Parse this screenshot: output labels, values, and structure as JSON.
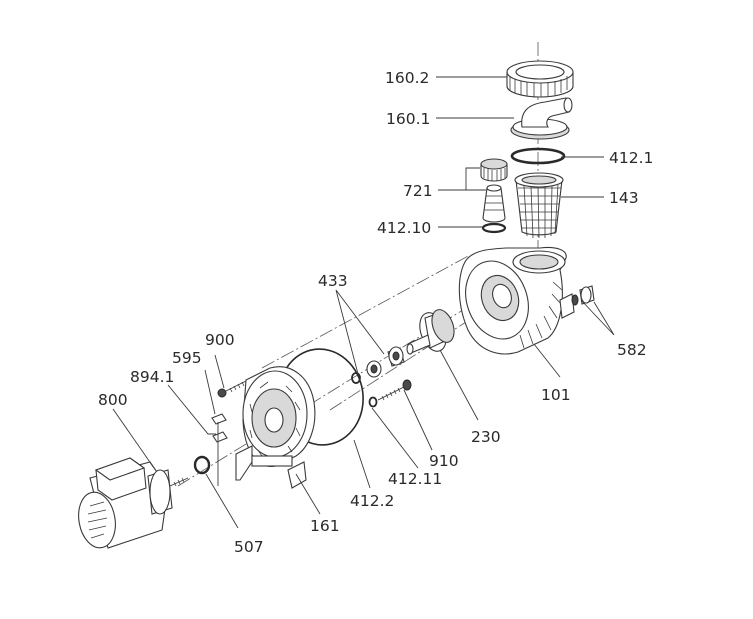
{
  "labels": {
    "l160_2": "160.2",
    "l160_1": "160.1",
    "l412_1": "412.1",
    "l721": "721",
    "l143": "143",
    "l412_10": "412.10",
    "l433": "433",
    "l900": "900",
    "l595": "595",
    "l894_1": "894.1",
    "l800": "800",
    "l582": "582",
    "l101": "101",
    "l230": "230",
    "l910": "910",
    "l412_11": "412.11",
    "l412_2": "412.2",
    "l161": "161",
    "l507": "507"
  }
}
